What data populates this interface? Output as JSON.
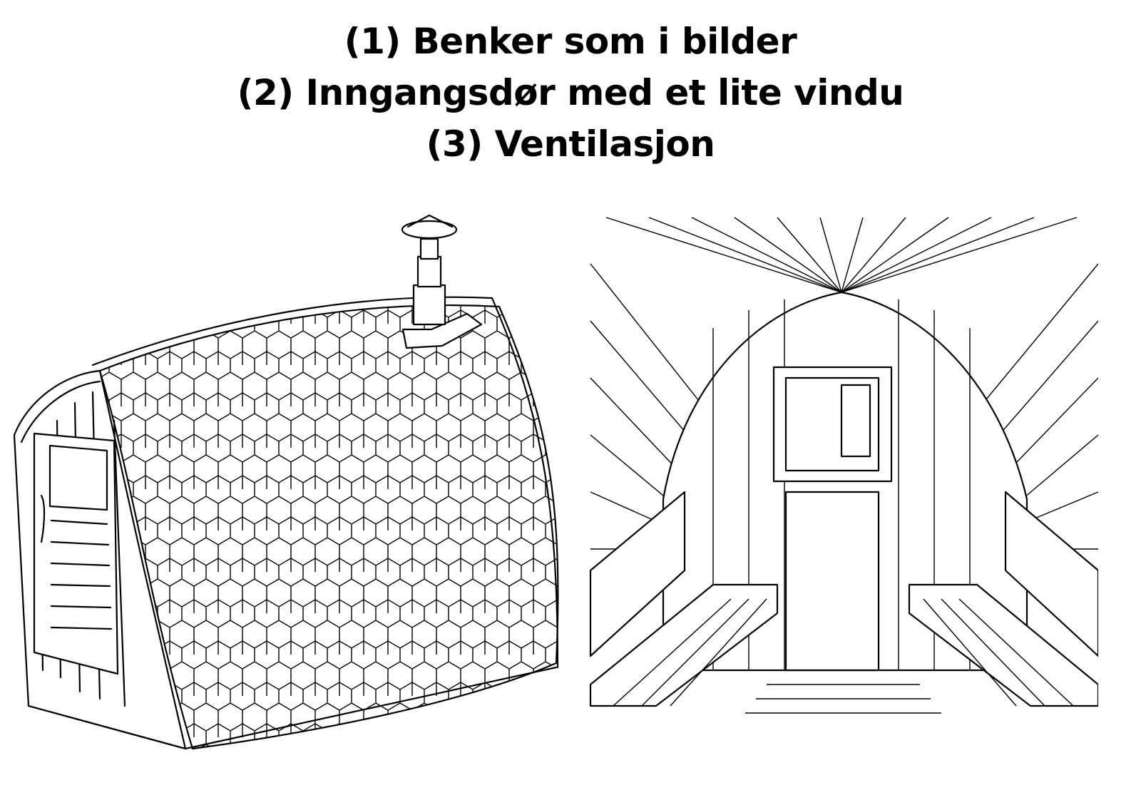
{
  "heading": {
    "line1": "(1) Benker som i bilder",
    "line2": "(2) Inngangsdør med et lite vindu",
    "line3": "(3) Ventilasjon"
  },
  "colors": {
    "ink": "#000000",
    "paper": "#ffffff"
  }
}
